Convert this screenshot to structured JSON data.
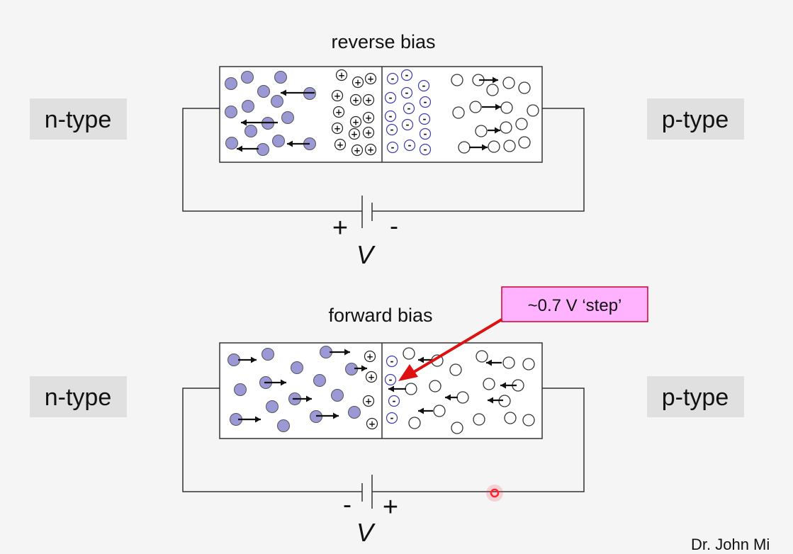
{
  "reverse": {
    "title": "reverse bias",
    "left_label": "n-type",
    "right_label": "p-type",
    "battery_left_sign": "+",
    "battery_right_sign": "-",
    "voltage": "V"
  },
  "forward": {
    "title": "forward bias",
    "left_label": "n-type",
    "right_label": "p-type",
    "battery_left_sign": "-",
    "battery_right_sign": "+",
    "voltage": "V"
  },
  "callout": {
    "text": "~0.7 V ‘step’"
  },
  "ion_signs": {
    "positive": "+",
    "negative": "-"
  },
  "footer": {
    "author": "Dr. John Mi"
  },
  "colors": {
    "electron": "#9b98d6",
    "ion_negative_ring": "#3b3bb0",
    "callout_fill": "#ffb3ff",
    "callout_border": "#cc0033",
    "arrow_red": "#dd1111",
    "label_box": "#e0e0e0",
    "cursor_dot": "#ff3344"
  }
}
